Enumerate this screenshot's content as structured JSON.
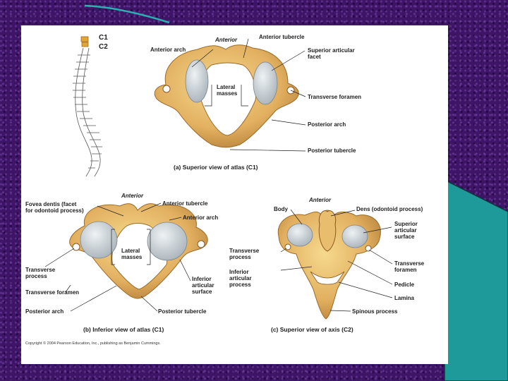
{
  "colors": {
    "background": "#3d1466",
    "teal_accent": "#1f9a9a",
    "bone": "#e6b866",
    "bone_shadow": "#b9823a",
    "facet": "#c9d3da",
    "leader_line": "#222222"
  },
  "panel_a": {
    "spine_labels": [
      "C1",
      "C2"
    ],
    "anterior": "Anterior",
    "anterior_tubercle": "Anterior tubercle",
    "anterior_arch": "Anterior arch",
    "superior_articular_facet": "Superior articular\nfacet",
    "lateral_masses": "Lateral\nmasses",
    "transverse_foramen": "Transverse foramen",
    "posterior_arch": "Posterior arch",
    "posterior_tubercle": "Posterior tubercle",
    "caption": "(a) Superior view of atlas (C1)"
  },
  "panel_b": {
    "anterior": "Anterior",
    "fovea_dentis": "Fovea dentis (facet\nfor odontoid process)",
    "anterior_tubercle": "Anterior tubercle",
    "anterior_arch": "Anterior arch",
    "lateral_masses": "Lateral\nmasses",
    "transverse_process": "Transverse\nprocess",
    "transverse_foramen": "Transverse foramen",
    "inferior_articular_surface": "Inferior\narticular\nsurface",
    "posterior_arch": "Posterior arch",
    "posterior_tubercle": "Posterior tubercle",
    "caption": "(b) Inferior view of atlas (C1)"
  },
  "panel_c": {
    "anterior": "Anterior",
    "body": "Body",
    "dens": "Dens (odontoid process)",
    "superior_articular_surface": "Superior\narticular\nsurface",
    "transverse_process": "Transverse\nprocess",
    "inferior_articular_process": "Inferior\narticular\nprocess",
    "transverse_foramen": "Transverse\nforamen",
    "pedicle": "Pedicle",
    "lamina": "Lamina",
    "spinous_process": "Spinous process",
    "caption": "(c) Superior view of axis (C2)"
  },
  "copyright": "Copyright © 2004 Pearson Education, Inc., publishing as Benjamin Cummings."
}
